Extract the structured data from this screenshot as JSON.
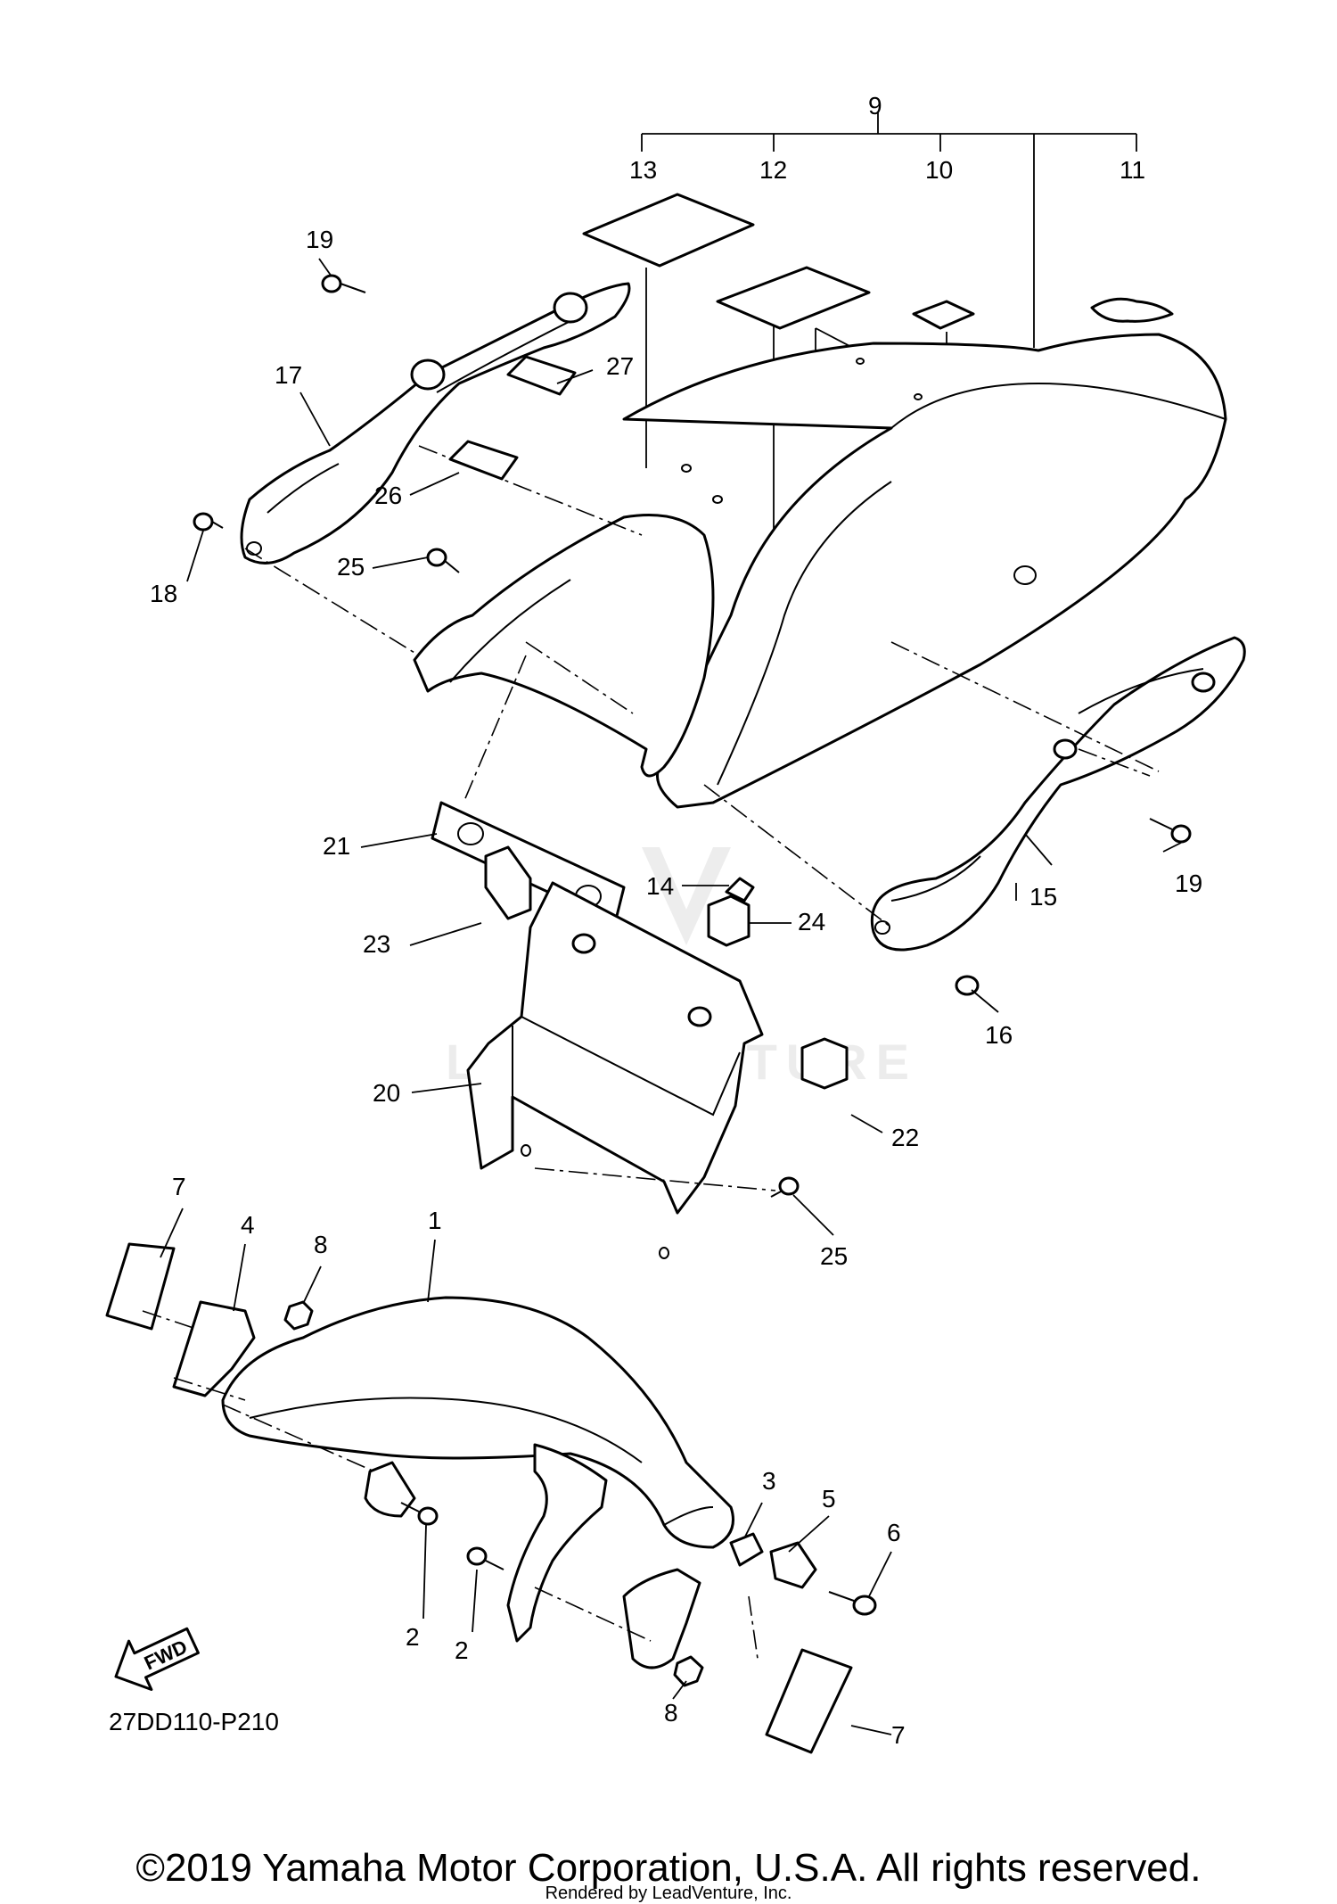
{
  "diagram": {
    "part_labels": {
      "p1": "1",
      "p2a": "2",
      "p2b": "2",
      "p3": "3",
      "p4": "4",
      "p5": "5",
      "p6": "6",
      "p7a": "7",
      "p7b": "7",
      "p8a": "8",
      "p8b": "8",
      "p9": "9",
      "p10": "10",
      "p11": "11",
      "p12": "12",
      "p13": "13",
      "p14": "14",
      "p15": "15",
      "p16": "16",
      "p17": "17",
      "p18": "18",
      "p19a": "19",
      "p19b": "19",
      "p20": "20",
      "p21": "21",
      "p22": "22",
      "p23": "23",
      "p24": "24",
      "p25a": "25",
      "p25b": "25",
      "p26": "26",
      "p27": "27"
    },
    "fwd_label": "FWD",
    "diagram_code": "27DD110-P210",
    "watermark": "LEADVENTURE"
  },
  "footer": {
    "copyright": "©2019 Yamaha Motor Corporation, U.S.A. All rights reserved.",
    "rendered_by": "Rendered by LeadVenture, Inc."
  }
}
